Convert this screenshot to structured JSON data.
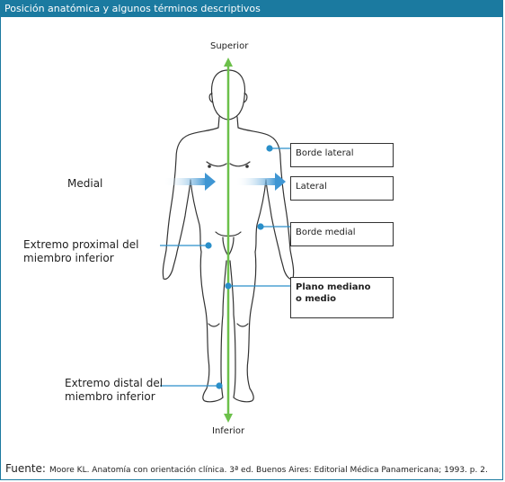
{
  "title": "Posición anatómica y algunos términos descriptivos",
  "labels": {
    "superior": "Superior",
    "inferior": "Inferior",
    "medial": "Medial",
    "proximal_line1": "Extremo proximal del",
    "proximal_line2": "miembro inferior",
    "distal_line1": "Extremo distal del",
    "distal_line2": "miembro inferior"
  },
  "boxes": {
    "borde_lateral": "Borde lateral",
    "lateral": "Lateral",
    "borde_medial": "Borde medial",
    "plano_line1": "Plano mediano",
    "plano_line2": "o medio"
  },
  "source": {
    "label": "Fuente:",
    "text": "Moore KL. Anatomía con orientación clínica. 3ª ed. Buenos Aires: Editorial Médica Panamericana; 1993. p. 2."
  },
  "colors": {
    "header": "#1b7aa0",
    "median_line": "#6cc04a",
    "pointer": "#2a8fc9",
    "arrow": "#4aa0d8"
  }
}
